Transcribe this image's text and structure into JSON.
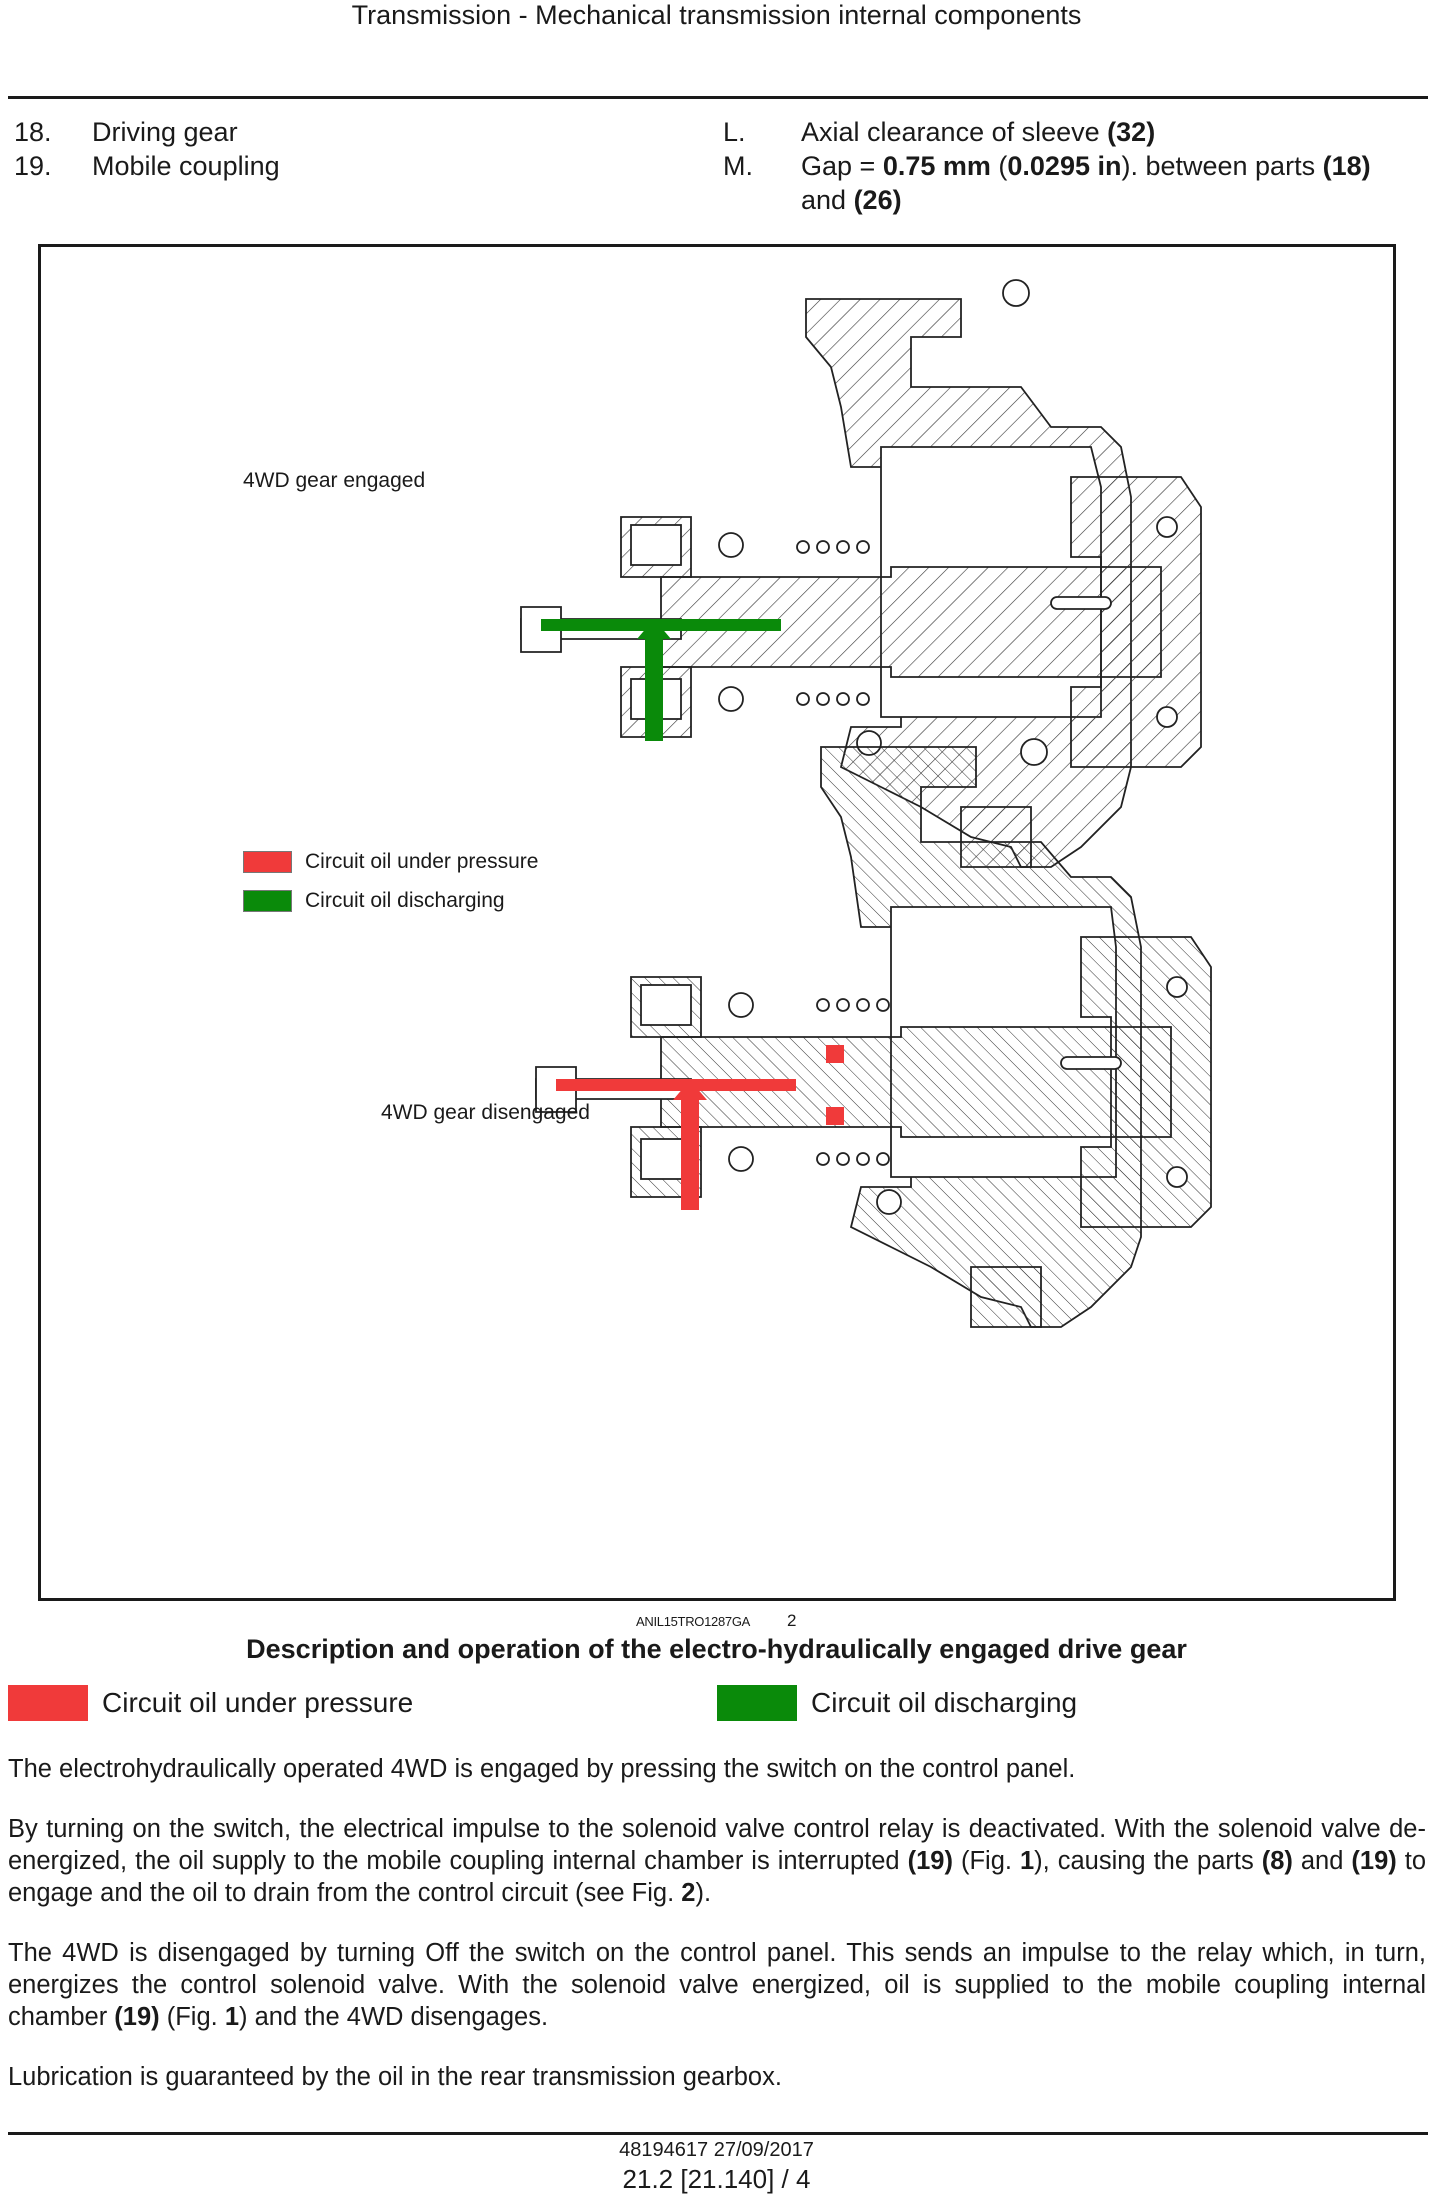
{
  "header": {
    "title": "Transmission - Mechanical transmission internal components"
  },
  "parts_list": {
    "left": [
      {
        "key": "18.",
        "text": "Driving gear"
      },
      {
        "key": "19.",
        "text": "Mobile coupling"
      }
    ],
    "right": [
      {
        "key": "L.",
        "text_pre": "Axial clearance of sleeve ",
        "text_bold": "(32)"
      },
      {
        "key": "M.",
        "gap_pre": "Gap = ",
        "gap_bold1": "0.75 mm",
        "gap_mid1": " (",
        "gap_bold2": "0.0295 in",
        "gap_mid2": ").  between parts ",
        "gap_bold3": "(18)",
        "gap_mid3": " and ",
        "gap_bold4": "(26)"
      }
    ]
  },
  "figure": {
    "label_engaged": "4WD gear engaged",
    "label_disengaged": "4WD gear disengaged",
    "legend_pressure": "Circuit oil under pressure",
    "legend_discharging": "Circuit oil discharging",
    "code": "ANIL15TRO1287GA",
    "number": "2"
  },
  "section": {
    "title": "Description and operation of the electro-hydraulically engaged drive gear"
  },
  "color_legend": {
    "pressure_label": "Circuit oil under pressure",
    "discharging_label": "Circuit oil discharging",
    "pressure_color": "#f03a3a",
    "discharging_color": "#0a8a0a"
  },
  "body": {
    "p1": "The electrohydraulically operated 4WD is engaged by pressing the switch on the control panel.",
    "p2_a": "By turning on the switch, the electrical impulse to the solenoid valve control relay is deactivated.  With the solenoid valve de-energized, the oil supply to the mobile coupling internal chamber is interrupted ",
    "p2_b": "(19)",
    "p2_c": " (Fig.  ",
    "p2_d": "1",
    "p2_e": "), causing the parts ",
    "p2_f": "(8)",
    "p2_g": " and ",
    "p2_h": "(19)",
    "p2_i": " to engage and the oil to drain from the control circuit (see Fig.  ",
    "p2_j": "2",
    "p2_k": ").",
    "p3_a": "The 4WD is disengaged by turning Off the switch on the control panel.  This sends an impulse to the relay which, in turn, energizes the control solenoid valve.  With the solenoid valve energized, oil is supplied to the mobile coupling internal chamber ",
    "p3_b": "(19)",
    "p3_c": " (Fig.  ",
    "p3_d": "1",
    "p3_e": ") and the 4WD disengages.",
    "p4": "Lubrication is guaranteed by the oil in the rear transmission gearbox."
  },
  "footer": {
    "doc": "48194617 27/09/2017",
    "page": "21.2 [21.140] / 4"
  }
}
